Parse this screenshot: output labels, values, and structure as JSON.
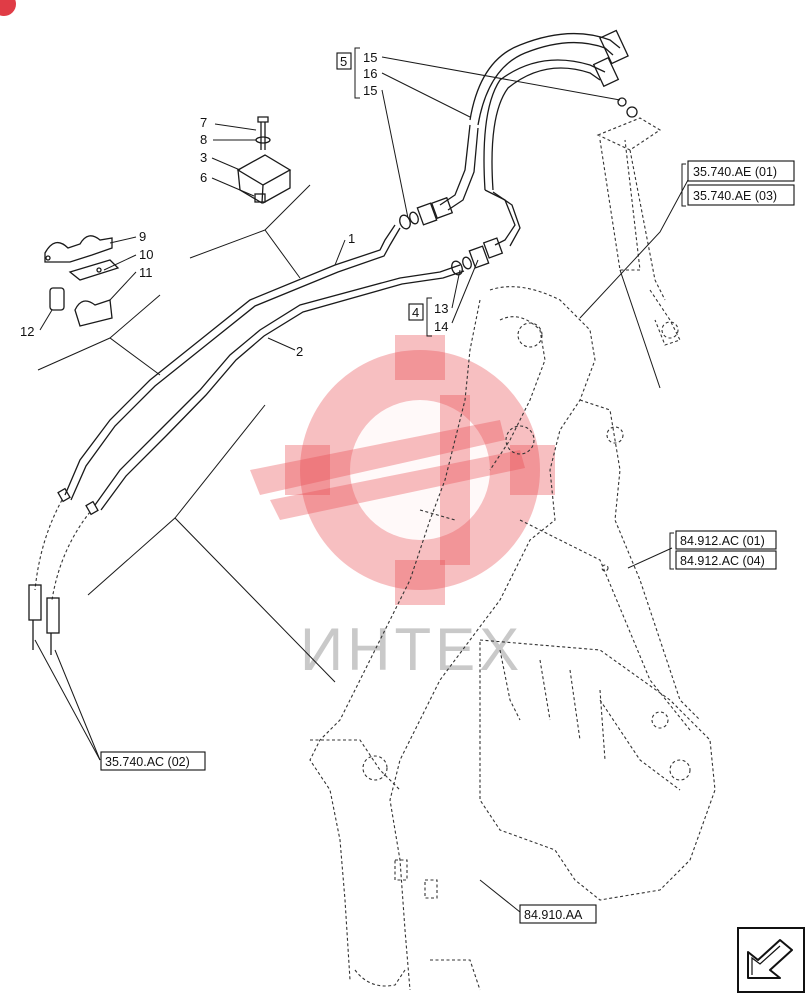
{
  "callouts": {
    "c1": "1",
    "c2": "2",
    "c3": "3",
    "c4": "4",
    "c5": "5",
    "c6": "6",
    "c7": "7",
    "c8": "8",
    "c9": "9",
    "c10": "10",
    "c11": "11",
    "c12": "12",
    "c13": "13",
    "c14": "14",
    "c15a": "15",
    "c15b": "15",
    "c16": "16"
  },
  "references": {
    "ae01": "35.740.AE (01)",
    "ae03": "35.740.AE (03)",
    "ac01": "84.912.AC (01)",
    "ac04": "84.912.AC (04)",
    "ac02": "35.740.AC (02)",
    "aa": "84.910.AA"
  },
  "watermark": {
    "text": "ИНТЕХ",
    "color": "#e8474d"
  },
  "nav": {
    "icon": "next-arrow-icon"
  }
}
